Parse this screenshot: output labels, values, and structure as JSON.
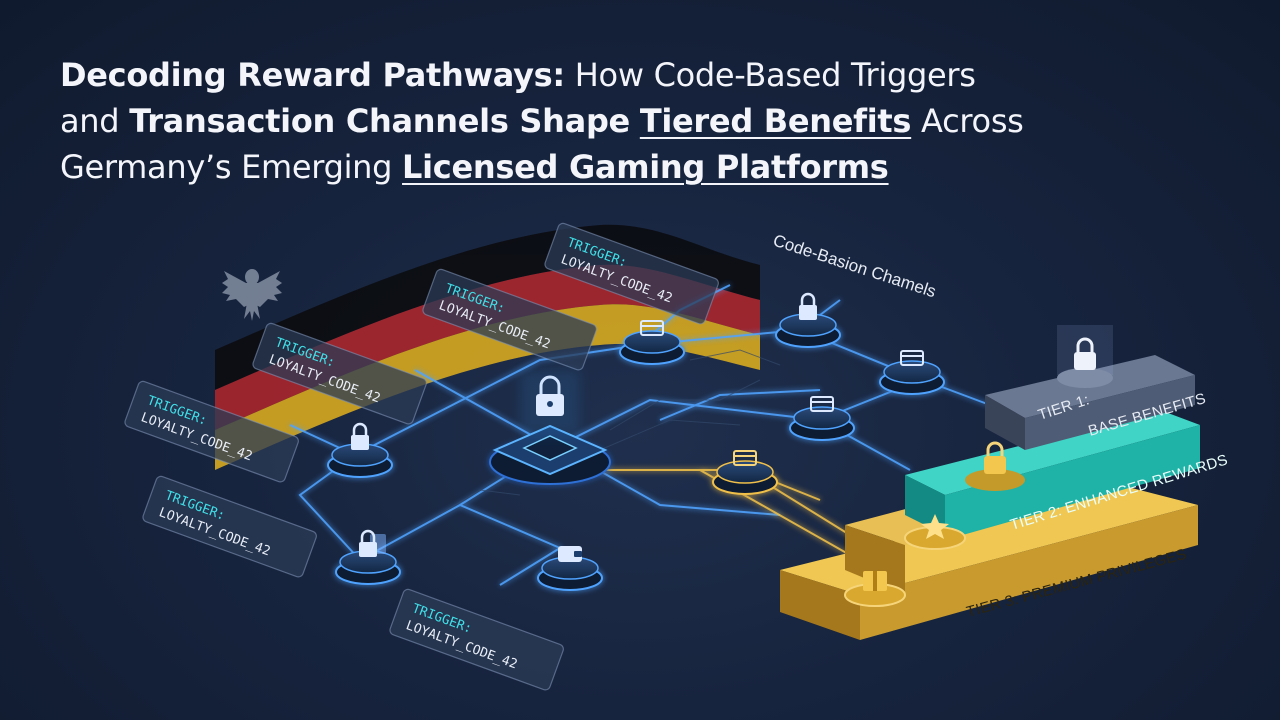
{
  "headline": {
    "line1_bold": "Decoding Reward Pathways:",
    "line1_regular": " How Code-Based Triggers",
    "line2_regular_a": "and ",
    "line2_bold": "Transaction Channels Shape",
    "line2_regular_b": " ",
    "line2_underlined": "Tiered Benefits",
    "line2_regular_c": " Across",
    "line3_regular": "Germany’s Emerging ",
    "line3_underlined": "Licensed Gaming Platforms"
  },
  "channels_label": "Code-Basion Chamels",
  "triggers": [
    {
      "word": "TRIGGER:",
      "code": "LOYALTY_CODE_42"
    },
    {
      "word": "TRIGGER:",
      "code": "LOYALTY_CODE_42"
    },
    {
      "word": "TRIGGER:",
      "code": "LOYALTY_CODE_42"
    },
    {
      "word": "TRIGGER:",
      "code": "LOYALTY_CODE_42"
    },
    {
      "word": "TRIGGER:",
      "code": "LOYALTY_CODE_42"
    },
    {
      "word": "TRIGGER:",
      "code": "LOYALTY_CODE_42"
    }
  ],
  "tiers": [
    {
      "prefix": "TIER 1:",
      "name": "BASE BENEFITS",
      "color": "#4f5c75"
    },
    {
      "label": "TIER 2: ENHANCED REWARDS",
      "color": "#1fb2a6"
    },
    {
      "label": "TIER 3: PREMIUM PRIVILEGES",
      "color": "#e0b33a"
    }
  ],
  "flag_colors": [
    "#0b0b0d",
    "#b3262b",
    "#e2b11d"
  ],
  "icons": [
    "eagle-emblem-icon",
    "lock-icon",
    "card-icon",
    "document-lock-icon",
    "wallet-icon",
    "star-icon",
    "gift-icon"
  ]
}
